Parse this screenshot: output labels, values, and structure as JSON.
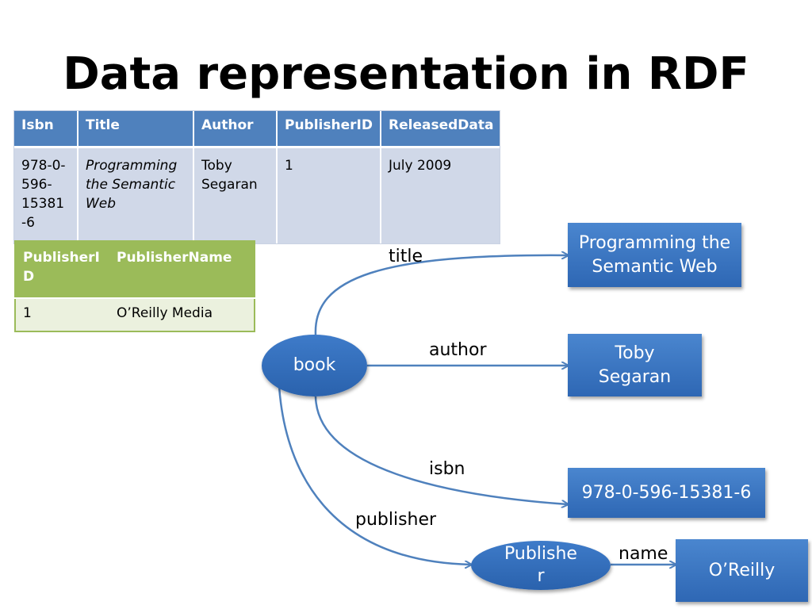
{
  "slide": {
    "title": "Data representation in RDF"
  },
  "books_table": {
    "headers": [
      "Isbn",
      "Title",
      "Author",
      "PublisherID",
      "ReleasedData"
    ],
    "row": {
      "isbn_lines": [
        "978-0-",
        "596-",
        "15381",
        "-6"
      ],
      "title_lines": [
        "Programming",
        "the Semantic",
        "Web"
      ],
      "author_lines": [
        "Toby",
        "Segaran"
      ],
      "publisher_id": "1",
      "released": "July 2009"
    }
  },
  "publisher_table": {
    "headers": [
      [
        "PublisherI",
        "D"
      ],
      "PublisherName"
    ],
    "row": {
      "id": "1",
      "name": "O’Reilly Media"
    }
  },
  "graph": {
    "nodes": {
      "book": "book",
      "title_value": [
        "Programming the",
        "Semantic Web"
      ],
      "author_value": [
        "Toby",
        "Segaran"
      ],
      "isbn_value": "978-0-596-15381-6",
      "publisher": [
        "Publishe",
        "r"
      ],
      "publisher_name": "O’Reilly"
    },
    "edges": {
      "title": "title",
      "author": "author",
      "isbn": "isbn",
      "publisher": "publisher",
      "name": "name"
    },
    "colors": {
      "node": "#3b76c2",
      "edge": "#4f81bd"
    }
  }
}
